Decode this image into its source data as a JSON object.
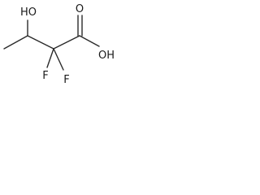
{
  "structure": {
    "atoms": {
      "hydroxyl": "HO",
      "carboxyl_oh": "OH",
      "carbonyl_o": "O",
      "fluorine_left": "F",
      "fluorine_right": "F"
    }
  }
}
